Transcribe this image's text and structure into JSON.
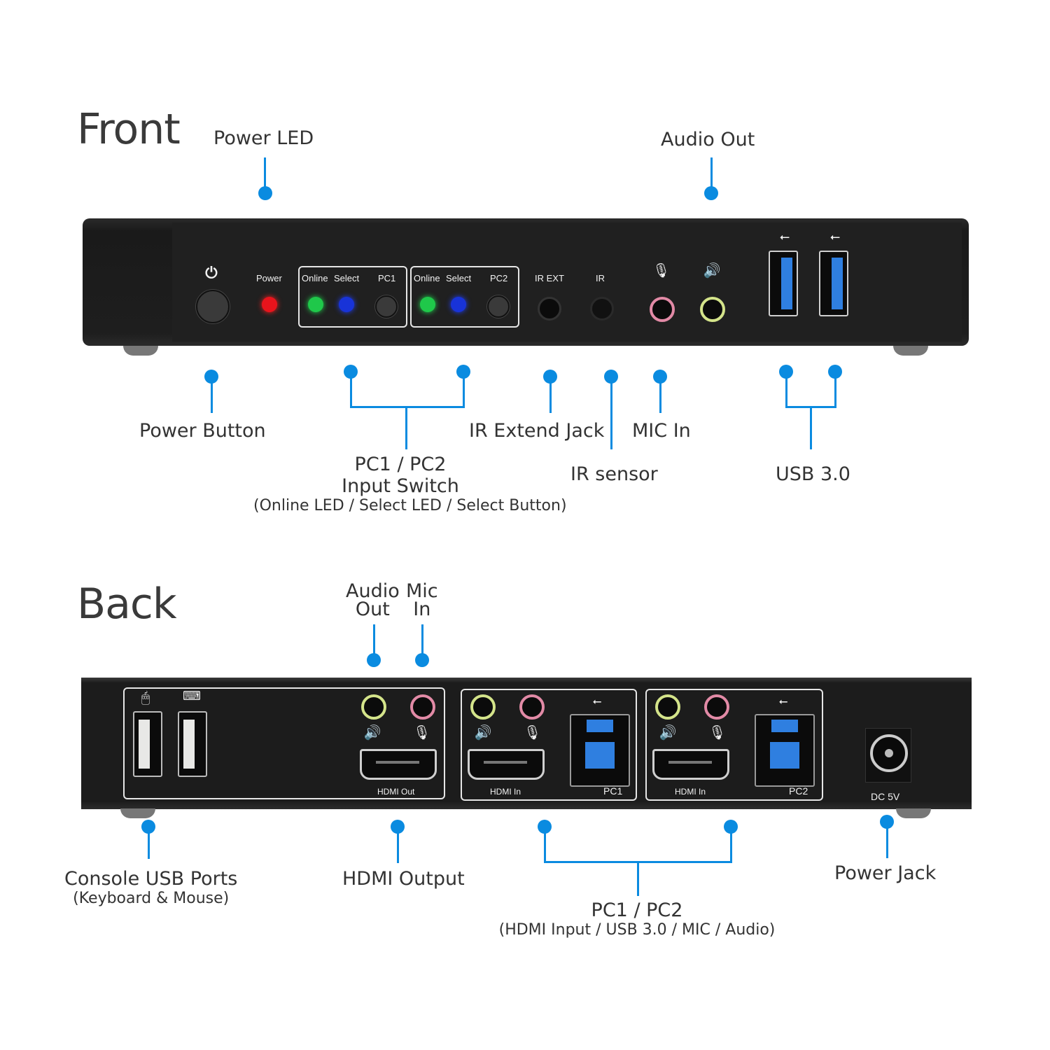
{
  "front": {
    "title": "Front",
    "callouts": {
      "power_led": "Power LED",
      "audio_out": "Audio Out",
      "power_button": "Power Button",
      "input_switch_line1": "PC1 / PC2",
      "input_switch_line2": "Input Switch",
      "input_switch_sub": "(Online LED / Select LED / Select Button)",
      "ir_extend_jack": "IR Extend Jack",
      "mic_in": "MIC In",
      "ir_sensor": "IR sensor",
      "usb3": "USB 3.0"
    },
    "panel": {
      "power": "Power",
      "group1": {
        "online": "Online",
        "select": "Select",
        "pc": "PC1"
      },
      "group2": {
        "online": "Online",
        "select": "Select",
        "pc": "PC2"
      },
      "ir_ext": "IR EXT",
      "ir": "IR"
    }
  },
  "back": {
    "title": "Back",
    "callouts": {
      "audio_out_line1": "Audio",
      "audio_out_line2": "Out",
      "mic_in_line1": "Mic",
      "mic_in_line2": "In",
      "console_usb": "Console USB Ports",
      "console_usb_sub": "(Keyboard & Mouse)",
      "hdmi_output": "HDMI Output",
      "pc_inputs": "PC1 / PC2",
      "pc_inputs_sub": "(HDMI Input / USB 3.0 / MIC / Audio)",
      "power_jack": "Power Jack"
    },
    "panel": {
      "hdmi_out": "HDMI Out",
      "hdmi_in_1": "HDMI In",
      "pc1": "PC1",
      "hdmi_in_2": "HDMI In",
      "pc2": "PC2",
      "dc": "DC 5V"
    }
  },
  "colors": {
    "callout": "#0a8be0",
    "led_power": "#e8141c",
    "led_online": "#1fc84a",
    "led_select": "#1833d8",
    "jack_mic": "#e28aa6",
    "jack_audio": "#d4e48a",
    "usb_blue": "#2f7fe0"
  }
}
